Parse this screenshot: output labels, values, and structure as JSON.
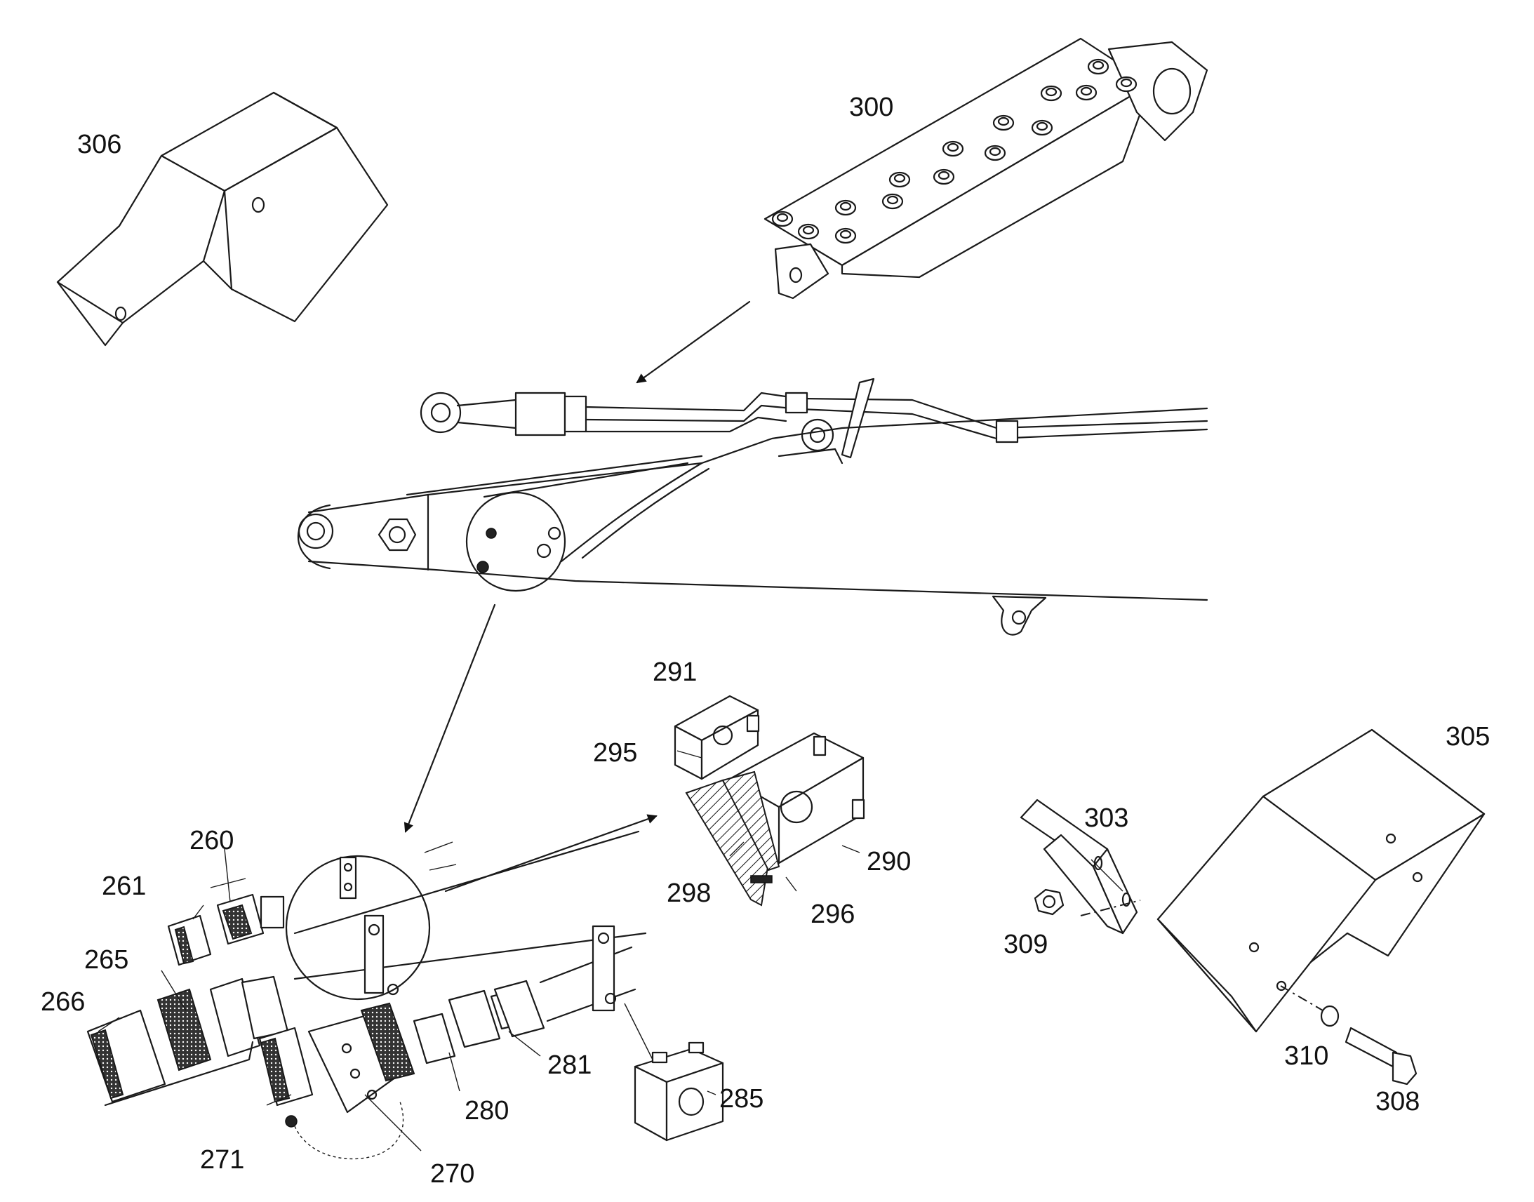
{
  "figure": {
    "labels": {
      "p306": "306",
      "p300": "300",
      "p291": "291",
      "p295": "295",
      "p290": "290",
      "p298": "298",
      "p296": "296",
      "p305": "305",
      "p303": "303",
      "p309": "309",
      "p310": "310",
      "p308": "308",
      "p260": "260",
      "p261": "261",
      "p265": "265",
      "p266": "266",
      "p271": "271",
      "p270": "270",
      "p280": "280",
      "p281": "281",
      "p285": "285"
    }
  }
}
